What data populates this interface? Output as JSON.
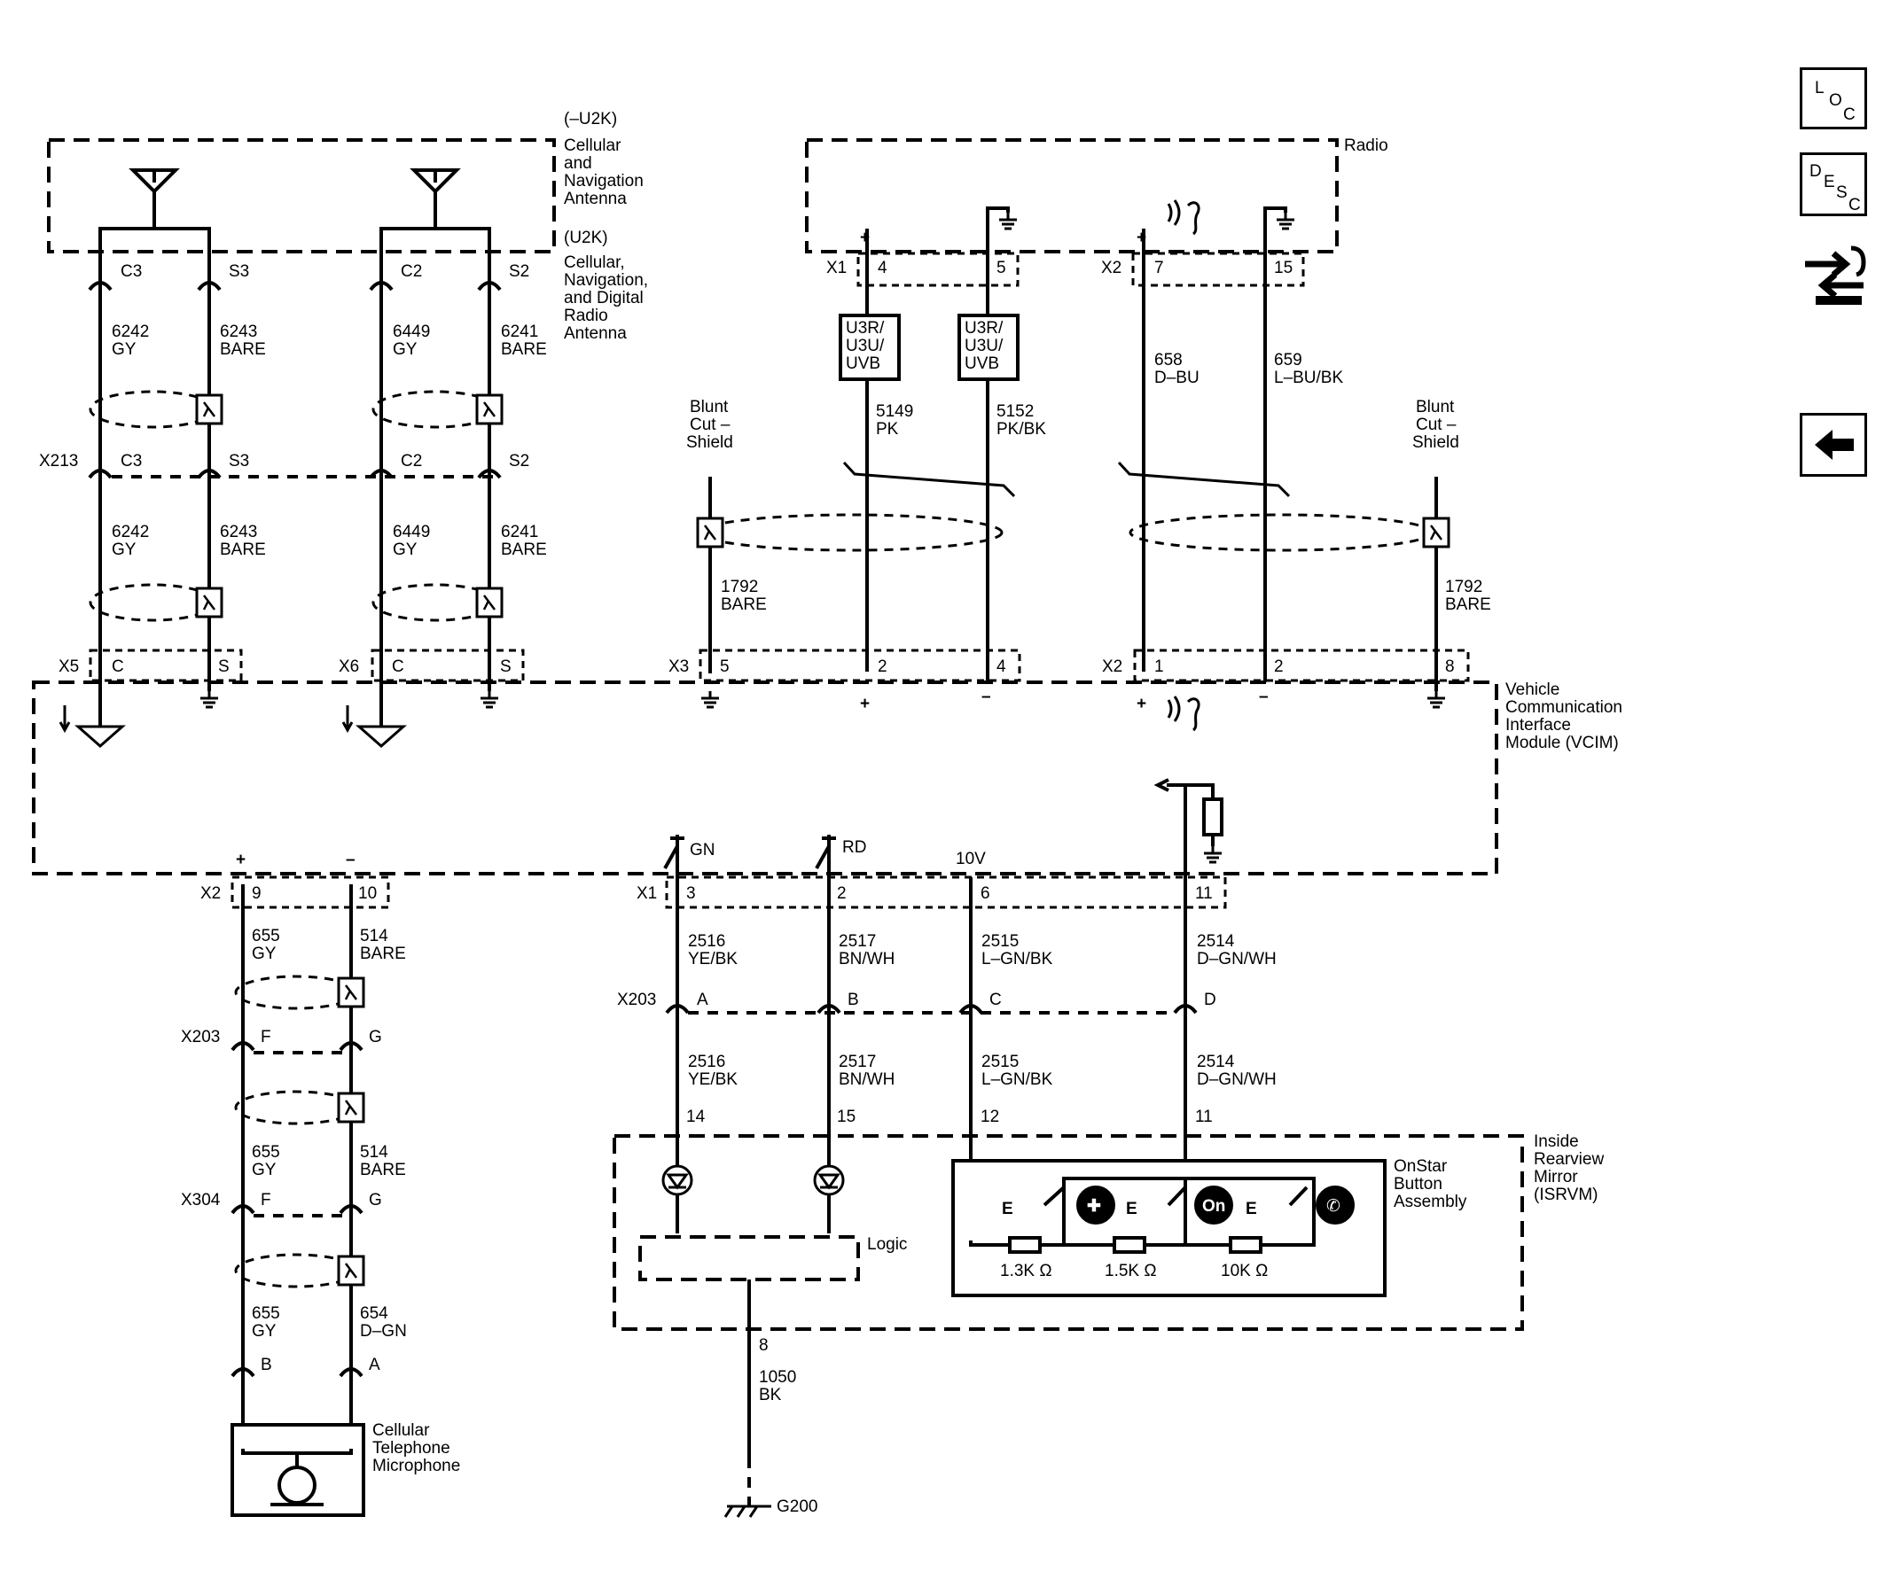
{
  "colors": {
    "line": "#000000",
    "background": "#ffffff"
  },
  "nav": {
    "loc": {
      "letters": [
        "L",
        "O",
        "C"
      ]
    },
    "desc": {
      "letters": [
        "D",
        "E",
        "S",
        "C"
      ]
    },
    "swap_icon": "connector-swap-icon",
    "back_icon": "back-arrow-icon"
  },
  "labels": {
    "u2k_minus": "(–U2K)",
    "u2k_minus_desc": [
      "Cellular",
      "and",
      "Navigation",
      "Antenna"
    ],
    "u2k": "(U2K)",
    "u2k_desc": [
      "Cellular,",
      "Navigation,",
      "and Digital",
      "Radio",
      "Antenna"
    ],
    "radio": "Radio",
    "vcim": [
      "Vehicle",
      "Communication",
      "Interface",
      "Module (VCIM)"
    ],
    "isrvm": [
      "Inside",
      "Rearview",
      "Mirror",
      "(ISRVM)"
    ],
    "onstar": [
      "OnStar",
      "Button",
      "Assembly"
    ],
    "logic": "Logic",
    "microphone": [
      "Cellular",
      "Telephone",
      "Microphone"
    ],
    "blunt_cut": [
      "Blunt",
      "Cut –",
      "Shield"
    ],
    "option": [
      "U3R/",
      "U3U/",
      "UVB"
    ],
    "ground": "G200"
  },
  "connectors": {
    "x213": "X213",
    "x5": "X5",
    "x6": "X6",
    "x3": "X3",
    "x1": "X1",
    "x2": "X2",
    "x203": "X203",
    "x304": "X304"
  },
  "pins": {
    "c3": "C3",
    "s3": "S3",
    "c2": "C2",
    "s2": "S2",
    "c": "C",
    "s": "S",
    "p1": "1",
    "p2": "2",
    "p3": "3",
    "p4": "4",
    "p5": "5",
    "p6": "6",
    "p7": "7",
    "p8": "8",
    "p9": "9",
    "p10": "10",
    "p11": "11",
    "p12": "12",
    "p14": "14",
    "p15": "15",
    "a": "A",
    "b": "B",
    "cc": "C",
    "d": "D",
    "f": "F",
    "g": "G"
  },
  "wires": {
    "w6242": [
      "6242",
      "GY"
    ],
    "w6243": [
      "6243",
      "BARE"
    ],
    "w6449": [
      "6449",
      "GY"
    ],
    "w6241": [
      "6241",
      "BARE"
    ],
    "w5149": [
      "5149",
      "PK"
    ],
    "w5152": [
      "5152",
      "PK/BK"
    ],
    "w658": [
      "658",
      "D–BU"
    ],
    "w659": [
      "659",
      "L–BU/BK"
    ],
    "w1792": [
      "1792",
      "BARE"
    ],
    "w655": [
      "655",
      "GY"
    ],
    "w514": [
      "514",
      "BARE"
    ],
    "w654": [
      "654",
      "D–GN"
    ],
    "w2516": [
      "2516",
      "YE/BK"
    ],
    "w2517": [
      "2517",
      "BN/WH"
    ],
    "w2515": [
      "2515",
      "L–GN/BK"
    ],
    "w2514": [
      "2514",
      "D–GN/WH"
    ],
    "w1050": [
      "1050",
      "BK"
    ]
  },
  "switch_labels": {
    "gn": "GN",
    "rd": "RD",
    "v10": "10V"
  },
  "polarity": {
    "plus": "+",
    "minus": "–"
  },
  "resistors": [
    "1.3K Ω",
    "1.5K Ω",
    "10K Ω"
  ],
  "button_glyph": "E"
}
